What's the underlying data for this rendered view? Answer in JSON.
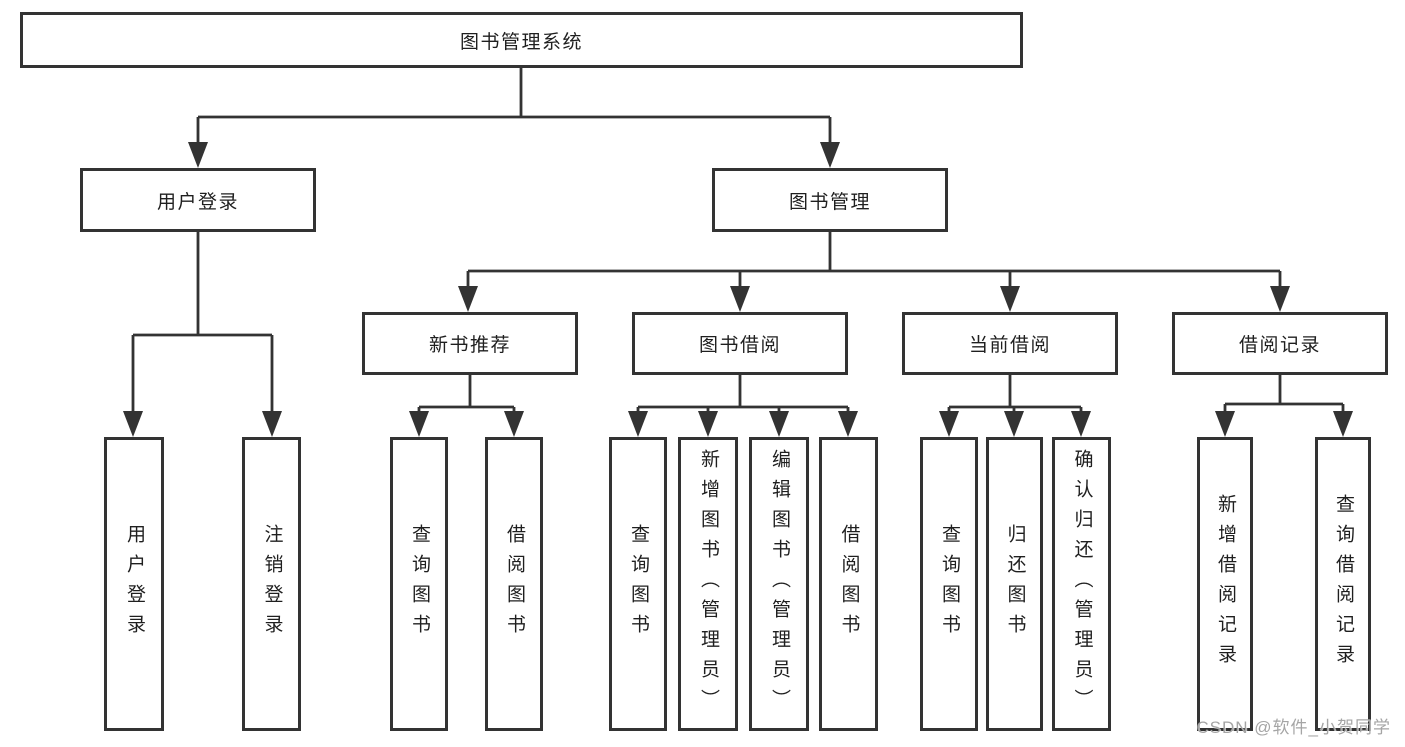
{
  "colors": {
    "line": "#333333",
    "text": "#1f1f1f",
    "watermark": "#a5a5a5",
    "bg": "#ffffff"
  },
  "diagram": {
    "root": "图书管理系统",
    "level2": {
      "user_login": "用户登录",
      "book_management": "图书管理"
    },
    "level3": {
      "new_book_recommend": "新书推荐",
      "book_borrowing": "图书借阅",
      "current_borrowing": "当前借阅",
      "borrowing_records": "借阅记录"
    },
    "leaves": {
      "user_login": [
        "用户登录",
        "注销登录"
      ],
      "new_book_recommend": [
        "查询图书",
        "借阅图书"
      ],
      "book_borrowing": [
        "查询图书",
        "新增图书（管理员）",
        "编辑图书（管理员）",
        "借阅图书"
      ],
      "current_borrowing": [
        "查询图书",
        "归还图书",
        "确认归还（管理员）"
      ],
      "borrowing_records": [
        "新增借阅记录",
        "查询借阅记录"
      ]
    }
  },
  "watermark": "CSDN @软件_小贺同学"
}
